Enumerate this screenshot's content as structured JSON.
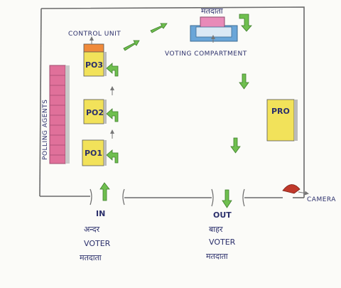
{
  "labels": {
    "control_unit": "CONTROL UNIT",
    "voting_compartment": "VOTING COMPARTMENT",
    "voter_hindi_top": "मतदाता",
    "polling_agents": "POLLING AGENTS",
    "po3": "PO3",
    "po2": "PO2",
    "po1": "PO1",
    "pro": "PRO",
    "camera": "CAMERA",
    "in_label": "IN",
    "in_hindi": "अन्दर",
    "in_voter": "VOTER",
    "in_voter_hindi": "मतदाता",
    "out_label": "OUT",
    "out_hindi": "बाहर",
    "out_voter": "VOTER",
    "out_voter_hindi": "मतदाता"
  },
  "colors": {
    "wall": "#6a6a6a",
    "desk_yellow": "#f2e25a",
    "control_unit_orange": "#f08a3a",
    "agents_pink": "#e0709a",
    "arrow_green": "#6fbf4f",
    "compartment_blue": "#6aa6d8",
    "compartment_pink": "#e88ab8",
    "camera_red": "#c0392b",
    "ink": "#2b2f6b"
  }
}
